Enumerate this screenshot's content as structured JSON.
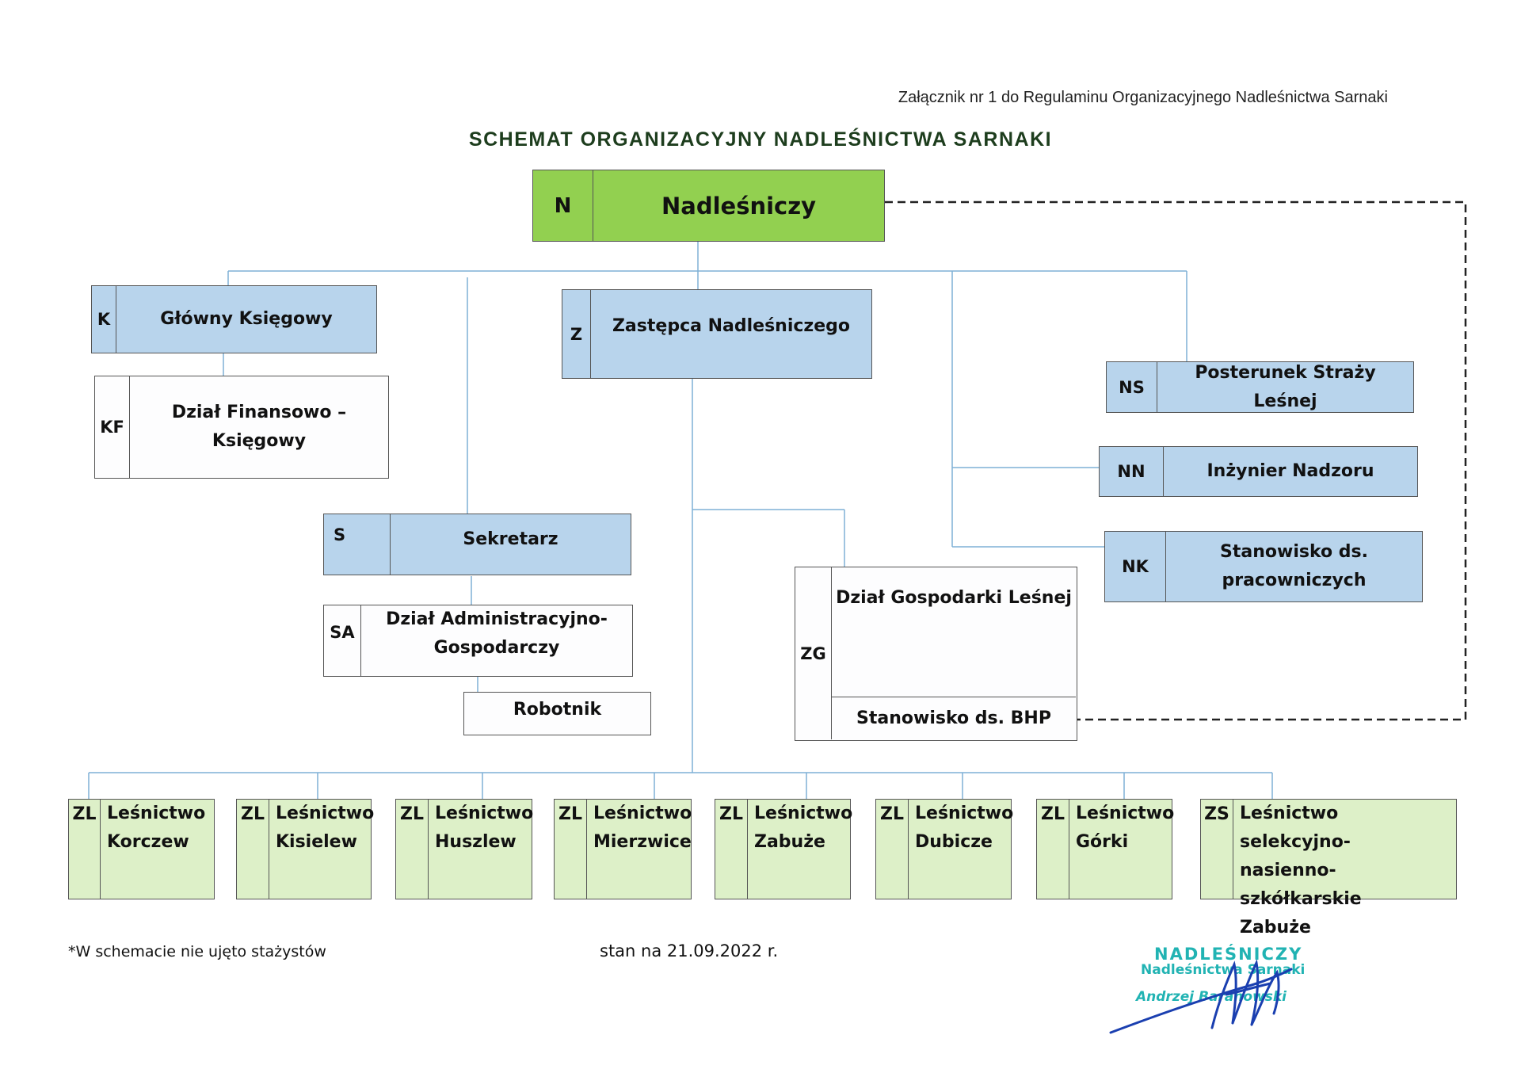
{
  "header_note": "Załącznik nr 1 do Regulaminu Organizacyjnego Nadleśnictwa Sarnaki",
  "title": "SCHEMAT  ORGANIZACYJNY  NADLEŚNICTWA  SARNAKI",
  "nodes": {
    "n": {
      "code": "N",
      "label": "Nadleśniczy"
    },
    "k": {
      "code": "K",
      "label": "Główny Księgowy"
    },
    "kf": {
      "code": "KF",
      "label": "Dział Finansowo –\nKsięgowy"
    },
    "z": {
      "code": "Z",
      "label": "Zastępca Nadleśniczego"
    },
    "s": {
      "code": "S",
      "label": "Sekretarz"
    },
    "sa": {
      "code": "SA",
      "label": "Dział Administracyjno-\nGospodarczy"
    },
    "robotnik": {
      "label": "Robotnik"
    },
    "zg": {
      "code": "ZG",
      "label": "Dział Gospodarki Leśnej",
      "sub_label": "Stanowisko ds. BHP"
    },
    "ns": {
      "code": "NS",
      "label": "Posterunek Straży Leśnej"
    },
    "nn": {
      "code": "NN",
      "label": "Inżynier Nadzoru"
    },
    "nk": {
      "code": "NK",
      "label": "Stanowisko ds.\npracowniczych"
    }
  },
  "leaves": [
    {
      "code": "ZL",
      "label": "Leśnictwo\nKorczew"
    },
    {
      "code": "ZL",
      "label": "Leśnictwo\nKisielew"
    },
    {
      "code": "ZL",
      "label": "Leśnictwo\nHuszlew"
    },
    {
      "code": "ZL",
      "label": "Leśnictwo\nMierzwice"
    },
    {
      "code": "ZL",
      "label": "Leśnictwo\nZabuże"
    },
    {
      "code": "ZL",
      "label": "Leśnictwo\nDubicze"
    },
    {
      "code": "ZL",
      "label": "Leśnictwo\nGórki"
    },
    {
      "code": "ZS",
      "label": "Leśnictwo selekcyjno-\nnasienno- szkółkarskie\nZabuże"
    }
  ],
  "footer_note": "*W schemacie nie ujęto stażystów",
  "date_note": "stan na 21.09.2022 r.",
  "stamp": {
    "line1": "NADLEŚNICZY",
    "line2": "Nadleśnictwa Sarnaki",
    "line3": "Andrzej Baranowski"
  },
  "colors": {
    "top": "#92d050",
    "blue": "#b8d4ec",
    "leaf": "#ddf0c8",
    "connector": "#7fb0d6",
    "stamp": "#21b3b3",
    "signature": "#1a3fb0"
  }
}
